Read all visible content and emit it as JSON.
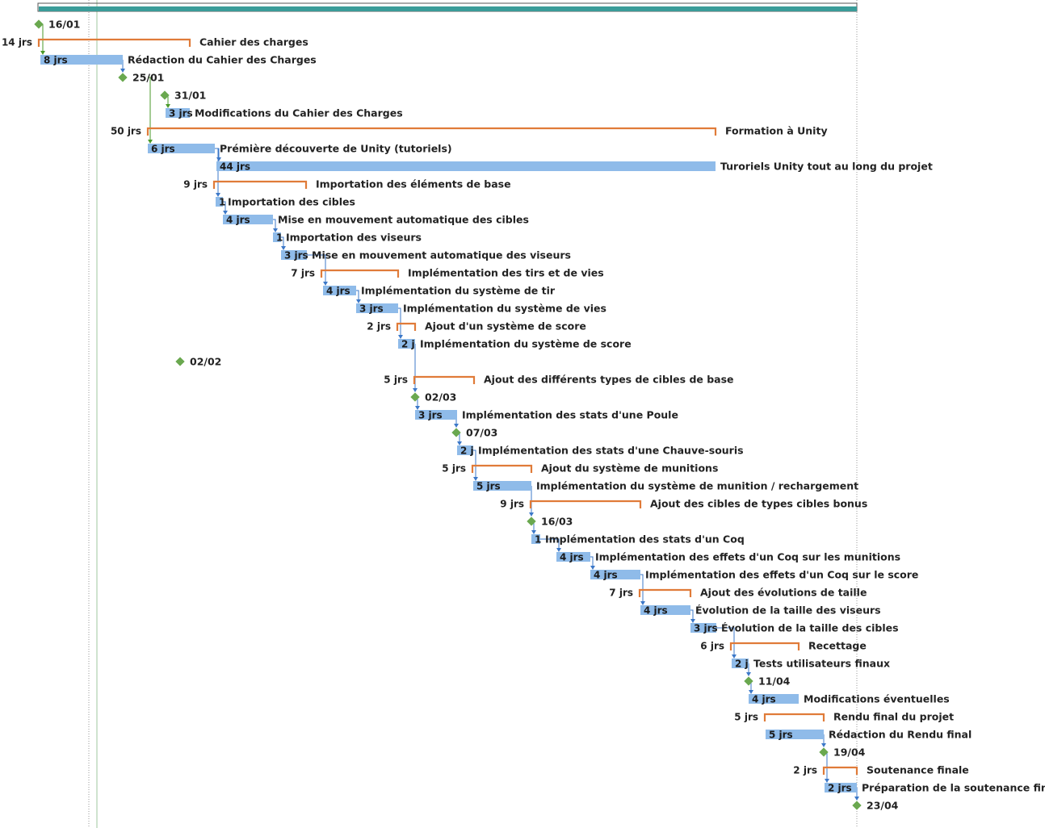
{
  "rows": [
    {
      "kind": "milestone",
      "label": "16/01"
    },
    {
      "kind": "summary",
      "duration": "14 jrs",
      "label": "Cahier des charges"
    },
    {
      "kind": "task",
      "duration": "8 jrs",
      "label": "Rédaction du Cahier des Charges"
    },
    {
      "kind": "milestone",
      "label": "25/01"
    },
    {
      "kind": "milestone",
      "label": "31/01"
    },
    {
      "kind": "task",
      "duration": "3 jrs",
      "label": "Modifications du Cahier des Charges"
    },
    {
      "kind": "summary",
      "duration": "50 jrs",
      "label": "Formation à Unity"
    },
    {
      "kind": "task",
      "duration": "6 jrs",
      "label": "Prémière découverte de Unity (tutoriels)"
    },
    {
      "kind": "task",
      "duration": "44 jrs",
      "label": "Turoriels Unity tout au long du projet"
    },
    {
      "kind": "summary",
      "duration": "9 jrs",
      "label": "Importation des éléments de base"
    },
    {
      "kind": "task",
      "duration": "1",
      "label": "Importation des cibles"
    },
    {
      "kind": "task",
      "duration": "4 jrs",
      "label": "Mise en mouvement automatique des cibles"
    },
    {
      "kind": "task",
      "duration": "1",
      "label": "Importation des viseurs"
    },
    {
      "kind": "task",
      "duration": "3 jrs",
      "label": "Mise en mouvement automatique des viseurs"
    },
    {
      "kind": "summary",
      "duration": "7 jrs",
      "label": "Implémentation des tirs et de vies"
    },
    {
      "kind": "task",
      "duration": "4 jrs",
      "label": "Implémentation du système de tir"
    },
    {
      "kind": "task",
      "duration": "3 jrs",
      "label": "Implémentation du système de vies"
    },
    {
      "kind": "summary",
      "duration": "2 jrs",
      "label": "Ajout d'un système de score"
    },
    {
      "kind": "task",
      "duration": "2 j",
      "label": "Implémentation du système de score"
    },
    {
      "kind": "milestone",
      "label": "02/02"
    },
    {
      "kind": "summary",
      "duration": "5 jrs",
      "label": "Ajout des différents types de cibles de base"
    },
    {
      "kind": "milestone",
      "label": "02/03"
    },
    {
      "kind": "task",
      "duration": "3 jrs",
      "label": "Implémentation des stats d'une Poule"
    },
    {
      "kind": "milestone",
      "label": "07/03"
    },
    {
      "kind": "task",
      "duration": "2 j",
      "label": "Implémentation des stats d'une Chauve-souris"
    },
    {
      "kind": "summary",
      "duration": "5 jrs",
      "label": "Ajout du système de munitions"
    },
    {
      "kind": "task",
      "duration": "5 jrs",
      "label": "Implémentation du système de munition / rechargement"
    },
    {
      "kind": "summary",
      "duration": "9 jrs",
      "label": "Ajout des cibles de types cibles bonus"
    },
    {
      "kind": "milestone",
      "label": "16/03"
    },
    {
      "kind": "task",
      "duration": "1",
      "label": "Implémentation des stats d'un Coq"
    },
    {
      "kind": "task",
      "duration": "4 jrs",
      "label": "Implémentation des effets d'un Coq sur les munitions"
    },
    {
      "kind": "task",
      "duration": "4 jrs",
      "label": "Implémentation des effets d'un Coq sur le score"
    },
    {
      "kind": "summary",
      "duration": "7 jrs",
      "label": "Ajout des évolutions de taille"
    },
    {
      "kind": "task",
      "duration": "4 jrs",
      "label": "Évolution de la taille des viseurs"
    },
    {
      "kind": "task",
      "duration": "3 jrs",
      "label": "Évolution de la taille des cibles"
    },
    {
      "kind": "summary",
      "duration": "6 jrs",
      "label": "Recettage"
    },
    {
      "kind": "task",
      "duration": "2 j",
      "label": "Tests utilisateurs finaux"
    },
    {
      "kind": "milestone",
      "label": "11/04"
    },
    {
      "kind": "task",
      "duration": "4 jrs",
      "label": "Modifications éventuelles"
    },
    {
      "kind": "summary",
      "duration": "5 jrs",
      "label": "Rendu final du projet"
    },
    {
      "kind": "task",
      "duration": "5 jrs",
      "label": "Rédaction du Rendu final"
    },
    {
      "kind": "milestone",
      "label": "19/04"
    },
    {
      "kind": "summary",
      "duration": "2 jrs",
      "label": "Soutenance finale"
    },
    {
      "kind": "task",
      "duration": "2 jrs",
      "label": "Préparation de la soutenance finale"
    },
    {
      "kind": "milestone",
      "label": "23/04"
    }
  ],
  "colors": {
    "task_bar": "#8fbbe9",
    "summary_bracket": "#e07b39",
    "milestone": "#6aa84f",
    "link_blue": "#3c78c8",
    "link_green": "#4a9a2a",
    "project_bar": "#3a9c99",
    "project_outline": "#555555",
    "gridline": "#999999"
  }
}
